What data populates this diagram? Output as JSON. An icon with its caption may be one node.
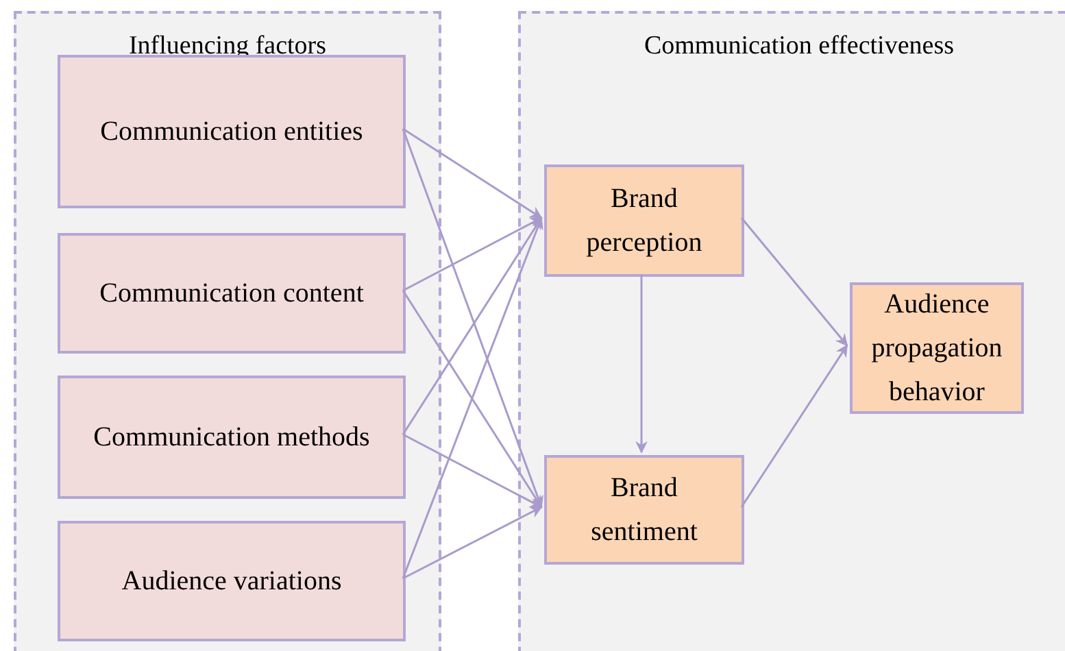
{
  "diagram": {
    "nodes": [
      {
        "text": [
          "Influencing factors"
        ]
      },
      {
        "text": [
          "Communication entities"
        ],
        "in": 0
      },
      {
        "text": [
          "Communication content"
        ],
        "in": 0
      },
      {
        "text": [
          "Communication methods"
        ],
        "in": 0
      },
      {
        "text": [
          "Audience variations"
        ],
        "in": 0
      },
      {
        "text": [
          "Communication effectiveness"
        ]
      },
      {
        "text": [
          "Brand perception"
        ],
        "in": 5
      },
      {
        "text": [
          "Brand sentiment"
        ],
        "in": 5
      },
      {
        "text": [
          "Audience propagation behavior"
        ],
        "in": 5
      }
    ],
    "edges": [
      {
        "from": 1,
        "to": 6,
        "arrow": "to"
      },
      {
        "from": 1,
        "to": 7,
        "arrow": "to"
      },
      {
        "from": 2,
        "to": 6,
        "arrow": "to"
      },
      {
        "from": 2,
        "to": 7,
        "arrow": "to"
      },
      {
        "from": 3,
        "to": 6,
        "arrow": "to"
      },
      {
        "from": 3,
        "to": 7,
        "arrow": "to"
      },
      {
        "from": 4,
        "to": 6,
        "arrow": "to"
      },
      {
        "from": 4,
        "to": 7,
        "arrow": "to"
      },
      {
        "from": 6,
        "to": 7,
        "arrow": "to"
      },
      {
        "from": 6,
        "to": 8,
        "arrow": "to"
      },
      {
        "from": 7,
        "to": 8,
        "arrow": "to"
      }
    ]
  }
}
